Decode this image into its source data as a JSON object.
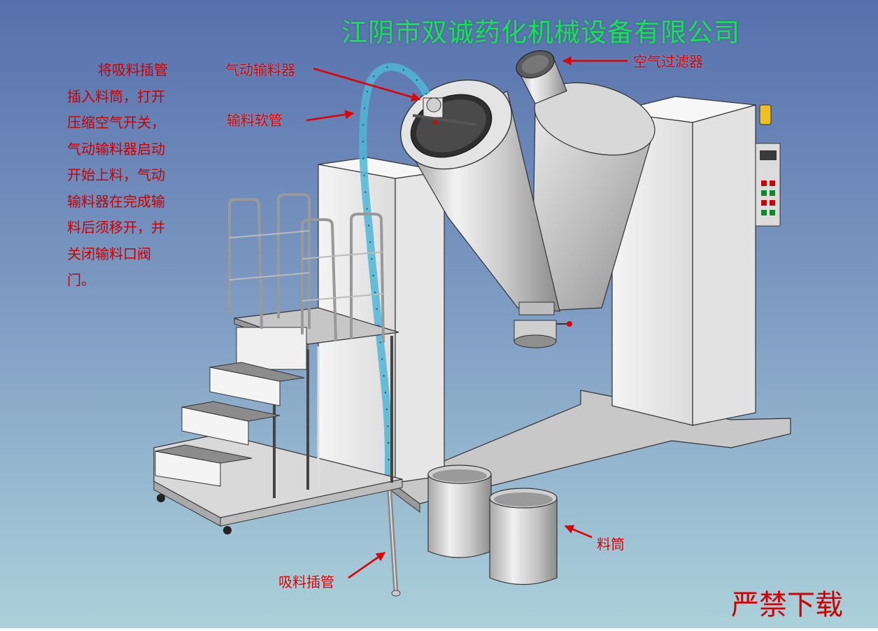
{
  "title": "江阴市双诚药化机械设备有限公司",
  "instructions": "将吸料插管插入料筒，打开压缩空气开关，气动输料器启动开始上料，气动输料器在完成输料后须移开，并关闭输料口阀门。",
  "labels": {
    "pneumatic_conveyor": "气动输料器",
    "air_filter": "空气过滤器",
    "hose": "输料软管",
    "drum": "料筒",
    "suction_pipe": "吸料插管"
  },
  "watermark": "严禁下载",
  "colors": {
    "title": "#19e05a",
    "labels": "#d40000",
    "arrows": "#e00000",
    "bg_top": "#5a70ad",
    "bg_bottom": "#a9cfd9"
  }
}
